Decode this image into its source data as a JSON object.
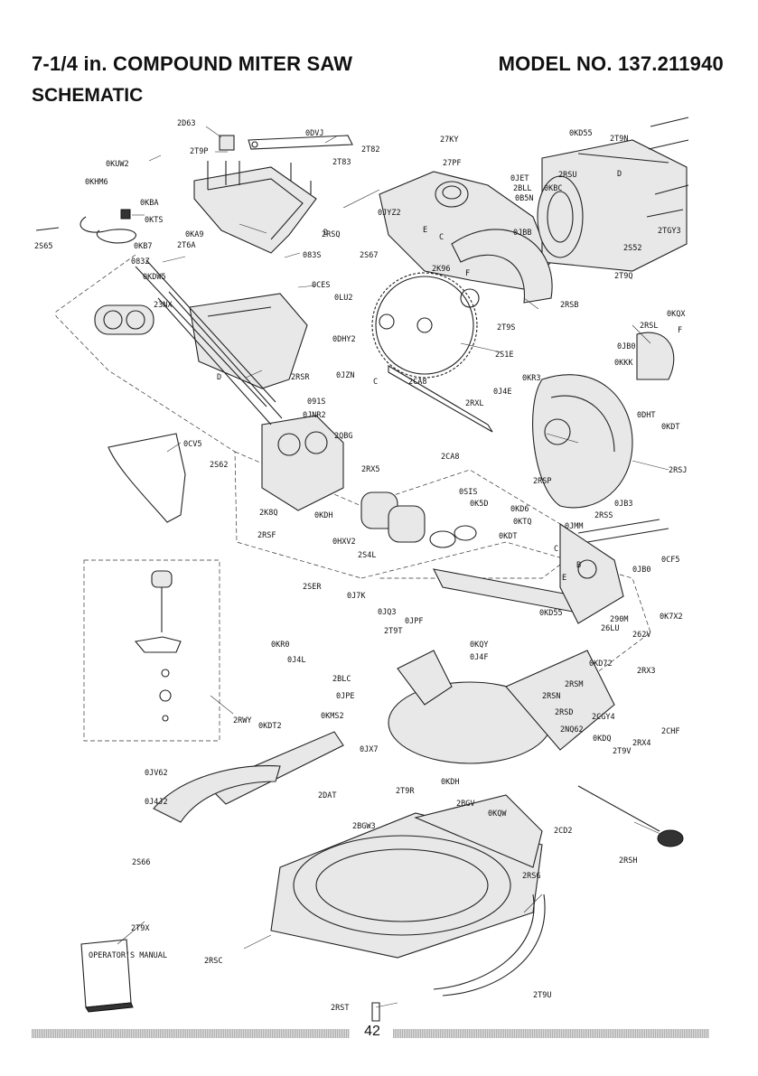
{
  "header": {
    "title": "7-1/4 in. COMPOUND MITER SAW",
    "model": "MODEL NO. 137.211940",
    "section": "SCHEMATIC"
  },
  "footer": {
    "page_number": "42"
  },
  "manual": {
    "cover_text": "OPERATOR'S MANUAL"
  },
  "parts": [
    {
      "id": "p01",
      "label": "2D63"
    },
    {
      "id": "p02",
      "label": "0DVJ"
    },
    {
      "id": "p03",
      "label": "2T9P"
    },
    {
      "id": "p04",
      "label": "0KUW2"
    },
    {
      "id": "p05",
      "label": "0KHM6"
    },
    {
      "id": "p06",
      "label": "0KBA"
    },
    {
      "id": "p07",
      "label": "0KTS"
    },
    {
      "id": "p08",
      "label": "2S65"
    },
    {
      "id": "p09",
      "label": "0KA9"
    },
    {
      "id": "p10",
      "label": "0KB7"
    },
    {
      "id": "p11",
      "label": "2T6A"
    },
    {
      "id": "p12",
      "label": "083Z"
    },
    {
      "id": "p13",
      "label": "0KDW5"
    },
    {
      "id": "p14",
      "label": "2RSQ"
    },
    {
      "id": "p15",
      "label": "083S"
    },
    {
      "id": "p16",
      "label": "0CES"
    },
    {
      "id": "p17",
      "label": "0LU2"
    },
    {
      "id": "p18",
      "label": "23NX"
    },
    {
      "id": "p19",
      "label": "2RSR"
    },
    {
      "id": "p20",
      "label": "0DHY2"
    },
    {
      "id": "p21",
      "label": "0JZN"
    },
    {
      "id": "p22",
      "label": "2CA8"
    },
    {
      "id": "p23",
      "label": "091S"
    },
    {
      "id": "p24",
      "label": "0JNR2"
    },
    {
      "id": "p25",
      "label": "2QBG"
    },
    {
      "id": "p26",
      "label": "0CV5"
    },
    {
      "id": "p27",
      "label": "2S62"
    },
    {
      "id": "p28",
      "label": "2K8Q"
    },
    {
      "id": "p29",
      "label": "2RSF"
    },
    {
      "id": "p30",
      "label": "2RX5"
    },
    {
      "id": "p31",
      "label": "0KDH"
    },
    {
      "id": "p32",
      "label": "0HXV2"
    },
    {
      "id": "p33",
      "label": "2S4L"
    },
    {
      "id": "p34",
      "label": "2T82"
    },
    {
      "id": "p35",
      "label": "2T83"
    },
    {
      "id": "p36",
      "label": "27KY"
    },
    {
      "id": "p37",
      "label": "27PF"
    },
    {
      "id": "p38",
      "label": "0JYZ2"
    },
    {
      "id": "p39",
      "label": "2S67"
    },
    {
      "id": "p40",
      "label": "2K96"
    },
    {
      "id": "p41",
      "label": "0KD55"
    },
    {
      "id": "p42",
      "label": "2T9N"
    },
    {
      "id": "p43",
      "label": "2RSU"
    },
    {
      "id": "p44",
      "label": "0JET"
    },
    {
      "id": "p45",
      "label": "2BLL"
    },
    {
      "id": "p46",
      "label": "0KBC"
    },
    {
      "id": "p47",
      "label": "0B5N"
    },
    {
      "id": "p48",
      "label": "0JBB"
    },
    {
      "id": "p49",
      "label": "2TGY3"
    },
    {
      "id": "p50",
      "label": "2S52"
    },
    {
      "id": "p51",
      "label": "2T9Q"
    },
    {
      "id": "p52",
      "label": "2RSB"
    },
    {
      "id": "p53",
      "label": "2T9S"
    },
    {
      "id": "p54",
      "label": "2S1E"
    },
    {
      "id": "p55",
      "label": "0KQX"
    },
    {
      "id": "p56",
      "label": "2RSL"
    },
    {
      "id": "p57",
      "label": "0JB0"
    },
    {
      "id": "p58",
      "label": "0KKK"
    },
    {
      "id": "p59",
      "label": "0KR3"
    },
    {
      "id": "p60",
      "label": "0J4E"
    },
    {
      "id": "p61",
      "label": "2RXL"
    },
    {
      "id": "p62",
      "label": "0DHT"
    },
    {
      "id": "p63",
      "label": "0KDT"
    },
    {
      "id": "p64",
      "label": "2RSJ"
    },
    {
      "id": "p65",
      "label": "2CA8"
    },
    {
      "id": "p66",
      "label": "2RSP"
    },
    {
      "id": "p67",
      "label": "0SIS"
    },
    {
      "id": "p68",
      "label": "0K5D"
    },
    {
      "id": "p69",
      "label": "0KD6"
    },
    {
      "id": "p70",
      "label": "0KTQ"
    },
    {
      "id": "p71",
      "label": "0KDT"
    },
    {
      "id": "p72",
      "label": "2RSS"
    },
    {
      "id": "p73",
      "label": "0JMM"
    },
    {
      "id": "p74",
      "label": "0JB3"
    },
    {
      "id": "p75",
      "label": "0CF5"
    },
    {
      "id": "p76",
      "label": "0JB0"
    },
    {
      "id": "p77",
      "label": "0K7X2"
    },
    {
      "id": "p78",
      "label": "290M"
    },
    {
      "id": "p79",
      "label": "26LU"
    },
    {
      "id": "p80",
      "label": "262V"
    },
    {
      "id": "p81",
      "label": "2SER"
    },
    {
      "id": "p82",
      "label": "0J7K"
    },
    {
      "id": "p83",
      "label": "0JQ3"
    },
    {
      "id": "p84",
      "label": "0JPF"
    },
    {
      "id": "p85",
      "label": "2T9T"
    },
    {
      "id": "p86",
      "label": "0KQY"
    },
    {
      "id": "p87",
      "label": "0J4F"
    },
    {
      "id": "p88",
      "label": "0KR0"
    },
    {
      "id": "p89",
      "label": "0J4L"
    },
    {
      "id": "p90",
      "label": "2BLC"
    },
    {
      "id": "p91",
      "label": "0JPE"
    },
    {
      "id": "p92",
      "label": "0KD55"
    },
    {
      "id": "p93",
      "label": "0KD72"
    },
    {
      "id": "p94",
      "label": "2RX3"
    },
    {
      "id": "p95",
      "label": "2RSM"
    },
    {
      "id": "p96",
      "label": "2RSN"
    },
    {
      "id": "p97",
      "label": "2RSD"
    },
    {
      "id": "p98",
      "label": "2CGY4"
    },
    {
      "id": "p99",
      "label": "2CHF"
    },
    {
      "id": "p100",
      "label": "2NQ62"
    },
    {
      "id": "p101",
      "label": "0KDQ"
    },
    {
      "id": "p102",
      "label": "2RX4"
    },
    {
      "id": "p103",
      "label": "2T9V"
    },
    {
      "id": "p104",
      "label": "2RWY"
    },
    {
      "id": "p105",
      "label": "0KDT2"
    },
    {
      "id": "p106",
      "label": "0KMS2"
    },
    {
      "id": "p107",
      "label": "0JX7"
    },
    {
      "id": "p108",
      "label": "0JV62"
    },
    {
      "id": "p109",
      "label": "0J4J2"
    },
    {
      "id": "p110",
      "label": "2DAT"
    },
    {
      "id": "p111",
      "label": "2T9R"
    },
    {
      "id": "p112",
      "label": "0KDH"
    },
    {
      "id": "p113",
      "label": "2BGV"
    },
    {
      "id": "p114",
      "label": "0KQW"
    },
    {
      "id": "p115",
      "label": "2CD2"
    },
    {
      "id": "p116",
      "label": "2RSH"
    },
    {
      "id": "p117",
      "label": "2BGW3"
    },
    {
      "id": "p118",
      "label": "2S66"
    },
    {
      "id": "p119",
      "label": "2RSG"
    },
    {
      "id": "p120",
      "label": "2T9X"
    },
    {
      "id": "p121",
      "label": "2RSC"
    },
    {
      "id": "p122",
      "label": "2T9U"
    },
    {
      "id": "p123",
      "label": "2RST"
    }
  ],
  "refs": {
    "d1": "D",
    "d2": "D",
    "d3": "D",
    "e1": "E",
    "e2": "E",
    "c1": "C",
    "c2": "C",
    "c3": "C",
    "f1": "F",
    "f2": "F",
    "b1": "B"
  }
}
